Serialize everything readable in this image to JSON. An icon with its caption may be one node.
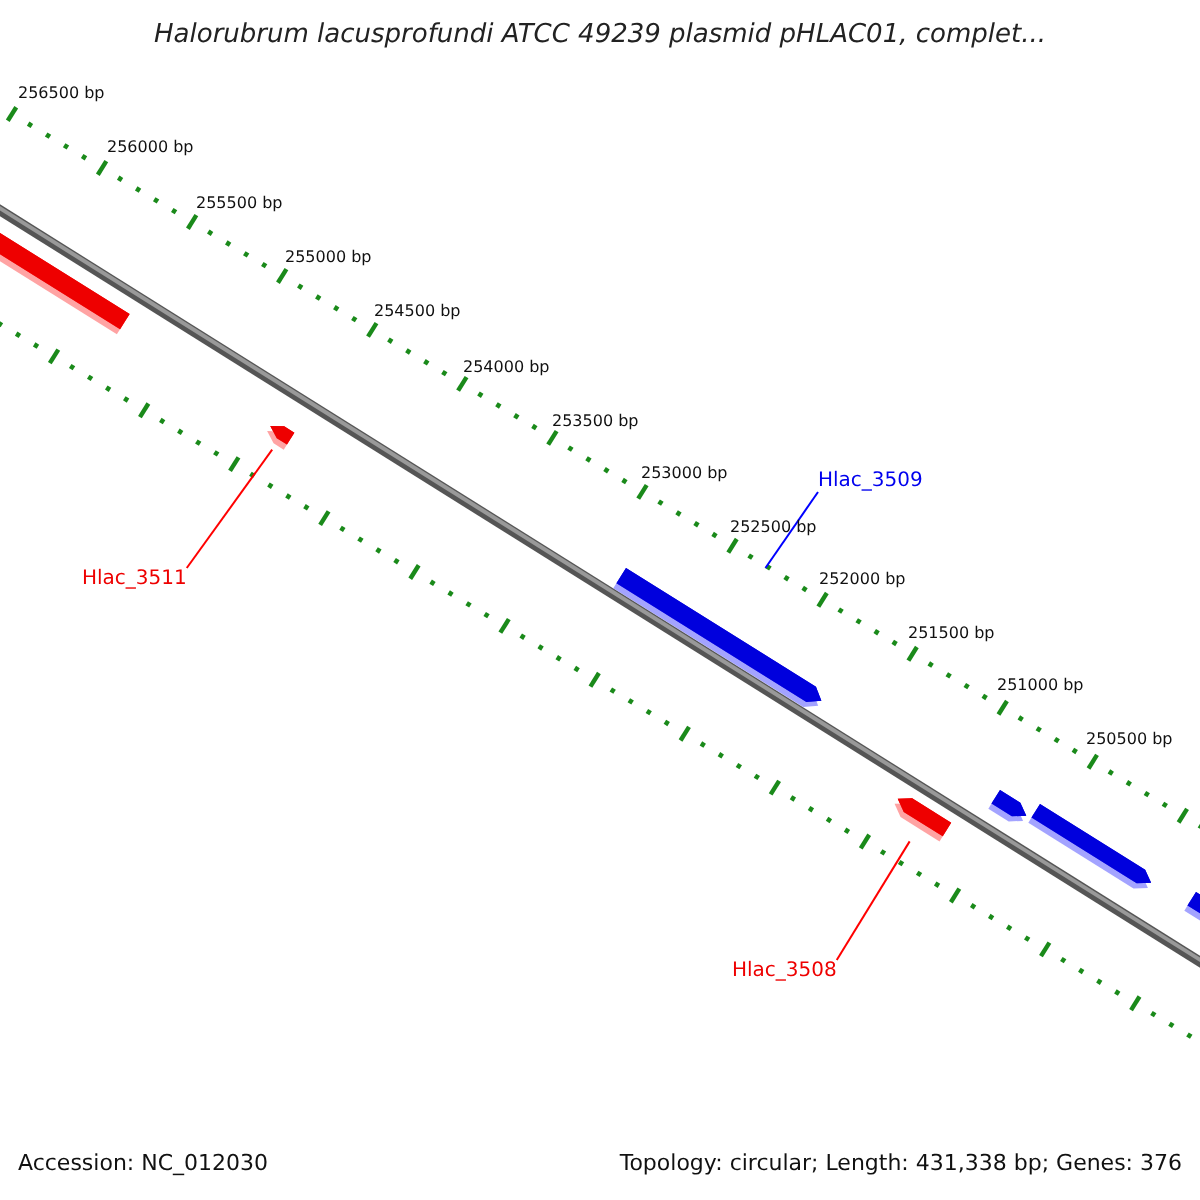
{
  "diagram": {
    "title": "Halorubrum lacusprofundi ATCC 49239 plasmid pHLAC01, complet...",
    "nodes": [
      {
        "text": [
          "Hlac_3509"
        ]
      },
      {
        "text": [
          "Hlac_3511"
        ]
      },
      {
        "text": [
          "Hlac_3508"
        ]
      },
      {
        "text": [],
        "shape": "arrow"
      },
      {
        "text": [],
        "shape": "arrow"
      },
      {
        "text": [],
        "shape": "arrow"
      }
    ],
    "edges": [
      {
        "from": 0,
        "to": 4,
        "arrow": "none",
        "color": "#0000ff"
      },
      {
        "from": 1,
        "to": 3,
        "arrow": "none",
        "color": "#ff0000"
      },
      {
        "from": 2,
        "to": 5,
        "arrow": "none",
        "color": "#ff0000"
      }
    ],
    "labels": [
      "256500 bp",
      "256000 bp",
      "255500 bp",
      "255000 bp",
      "254500 bp",
      "254000 bp",
      "253500 bp",
      "253000 bp",
      "252500 bp",
      "252000 bp",
      "251500 bp",
      "251000 bp",
      "250500 bp",
      "Accession: NC_012030",
      "Topology: circular; Length: 431,338 bp; Genes: 376"
    ]
  }
}
